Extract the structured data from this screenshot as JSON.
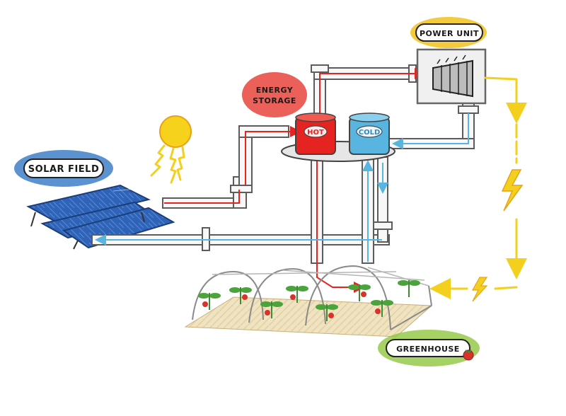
{
  "labels": {
    "solar_field": "SOLAR FIELD",
    "energy_storage_line1": "ENERGY",
    "energy_storage_line2": "STORAGE",
    "power_unit": "POWER UNIT",
    "greenhouse": "GREENHOUSE",
    "hot_tank": "HOT",
    "cold_tank": "COLD"
  },
  "colors": {
    "hot_flow": "#e52421",
    "cold_flow": "#57b5e0",
    "electricity": "#f3cf1e",
    "solar_label_bg": "#3f7fc8",
    "storage_label_bg": "#e8453c",
    "power_label_bg": "#f2c21b",
    "greenhouse_label_bg": "#8fc63f",
    "sun": "#f6d21c",
    "panel": "#2e63b8",
    "plant": "#4aa33b",
    "tomato": "#d8322a"
  },
  "icons": [
    "sun-icon",
    "lightning-icon",
    "tomato-icon",
    "turbine-icon"
  ]
}
